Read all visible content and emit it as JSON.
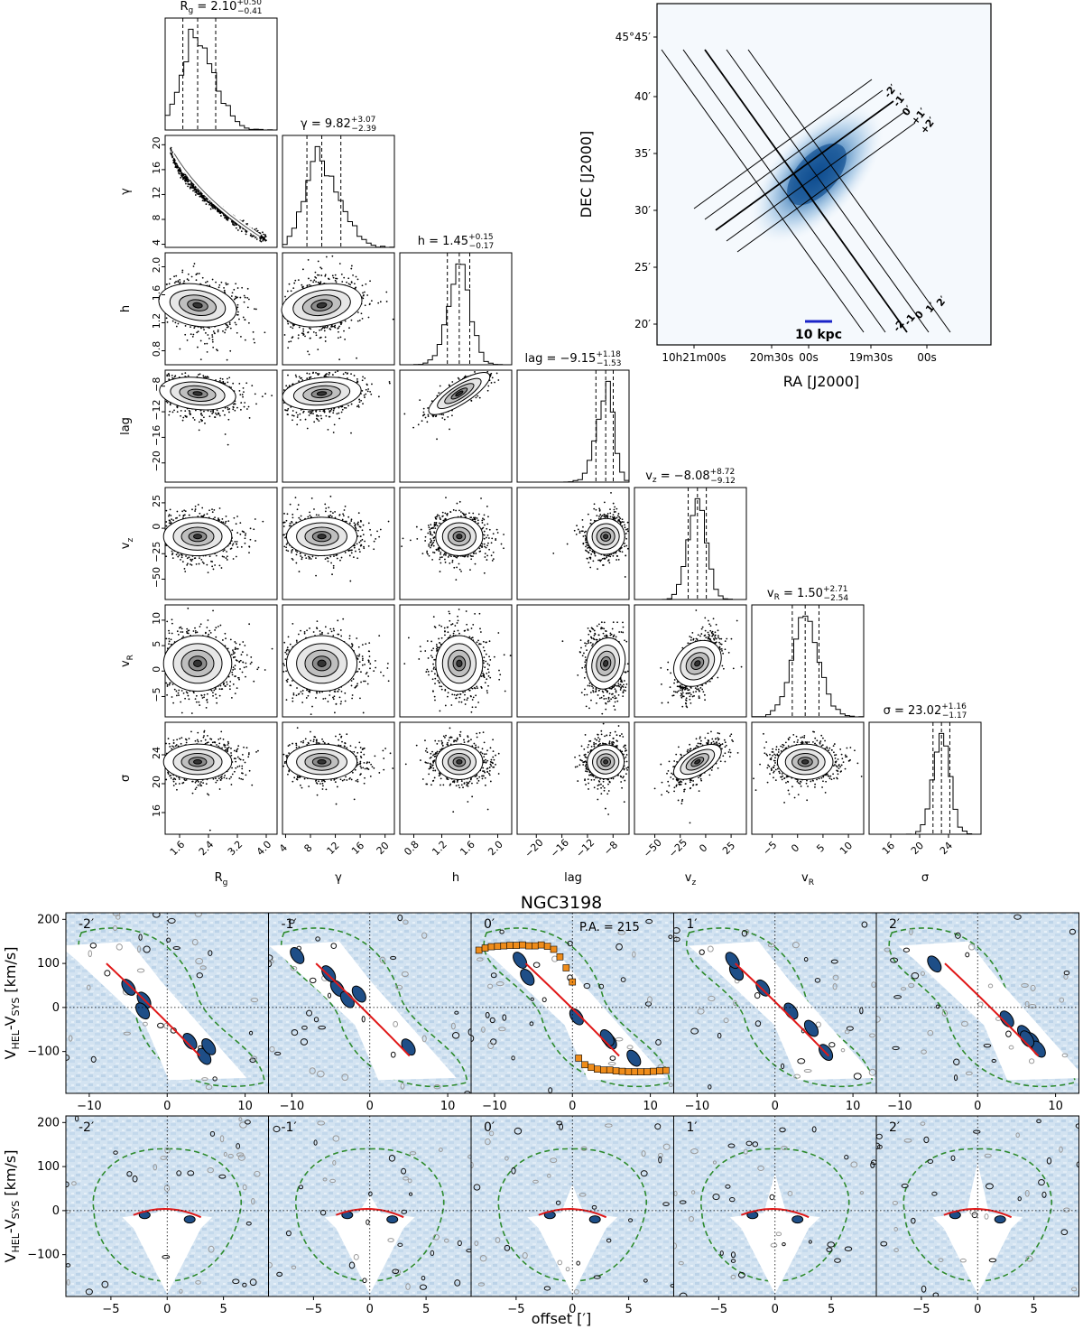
{
  "figure_title": "NGC3198",
  "chart_data": [
    {
      "type": "corner",
      "parameters": [
        {
          "key": "Rg",
          "label": "R",
          "sub": "g",
          "median": 2.1,
          "plus": 0.5,
          "minus": 0.41,
          "median_text": "2.10",
          "plus_text": "+0.50",
          "minus_text": "−0.41",
          "range": [
            1.2,
            4.3
          ],
          "ticks": [
            1.6,
            2.4,
            3.2,
            4.0
          ],
          "tick_labels": [
            "1.6",
            "2.4",
            "3.2",
            "4.0"
          ],
          "spread": 0.45
        },
        {
          "key": "gamma",
          "label": "γ",
          "sub": "",
          "median": 9.82,
          "plus": 3.07,
          "minus": 2.39,
          "median_text": "9.82",
          "plus_text": "+3.07",
          "minus_text": "−2.39",
          "range": [
            3.5,
            21.5
          ],
          "ticks": [
            4,
            8,
            12,
            16,
            20
          ],
          "tick_labels": [
            "4",
            "8",
            "12",
            "16",
            "20"
          ],
          "spread": 2.7
        },
        {
          "key": "h",
          "label": "h",
          "sub": "",
          "median": 1.45,
          "plus": 0.15,
          "minus": 0.17,
          "median_text": "1.45",
          "plus_text": "+0.15",
          "minus_text": "−0.17",
          "range": [
            0.6,
            2.2
          ],
          "ticks": [
            0.8,
            1.2,
            1.6,
            2.0
          ],
          "tick_labels": [
            "0.8",
            "1.2",
            "1.6",
            "2.0"
          ],
          "spread": 0.16
        },
        {
          "key": "lag",
          "label": "lag",
          "sub": "",
          "median": -9.15,
          "plus": 1.18,
          "minus": 1.53,
          "median_text": "−9.15",
          "plus_text": "+1.18",
          "minus_text": "−1.53",
          "range": [
            -23,
            -5.5
          ],
          "ticks": [
            -20,
            -16,
            -12,
            -8
          ],
          "tick_labels": [
            "−20",
            "−16",
            "−12",
            "−8"
          ],
          "spread": 1.3
        },
        {
          "key": "vz",
          "label": "v",
          "sub": "z",
          "median": -8.08,
          "plus": 8.72,
          "minus": 9.12,
          "median_text": "−8.08",
          "plus_text": "+8.72",
          "minus_text": "−9.12",
          "range": [
            -70,
            40
          ],
          "ticks": [
            -50,
            -25,
            0,
            25
          ],
          "tick_labels": [
            "−50",
            "−25",
            "0",
            "25"
          ],
          "spread": 9
        },
        {
          "key": "vR",
          "label": "v",
          "sub": "R",
          "median": 1.5,
          "plus": 2.71,
          "minus": 2.54,
          "median_text": "1.50",
          "plus_text": "+2.71",
          "minus_text": "−2.54",
          "range": [
            -9,
            13
          ],
          "ticks": [
            -5,
            0,
            5,
            10
          ],
          "tick_labels": [
            "−5",
            "0",
            "5",
            "10"
          ],
          "spread": 2.6
        },
        {
          "key": "sigma",
          "label": "σ",
          "sub": "",
          "median": 23.02,
          "plus": 1.16,
          "minus": 1.17,
          "median_text": "23.02",
          "plus_text": "+1.16",
          "minus_text": "−1.17",
          "range": [
            13,
            28.5
          ],
          "ticks": [
            16,
            20,
            24
          ],
          "tick_labels": [
            "16",
            "20",
            "24"
          ],
          "spread": 1.17
        }
      ]
    },
    {
      "type": "sky_map",
      "xlabel": "RA [J2000]",
      "ylabel": "DEC [J2000]",
      "x_ticks": [
        "10h21m00s",
        "20m30s",
        "00s",
        "19m30s",
        "00s"
      ],
      "y_ticks": [
        "45°45′",
        "40′",
        "35′",
        "30′",
        "25′",
        "20′"
      ],
      "scale_bar": "10 kpc",
      "slice_labels_major": [
        "-2′",
        "-1′",
        "0′",
        "+1′",
        "+2′"
      ],
      "slice_labels_minor": [
        "2′",
        "1′",
        "0",
        "-1",
        "-2"
      ]
    },
    {
      "type": "pv_diagrams",
      "ylabel": "V_HEL-V_SYS [km/s]",
      "ylabel_main": "V",
      "ylabel_sub1": "HEL",
      "ylabel_mid": "-V",
      "ylabel_sub2": "SYS",
      "ylabel_unit": " [km/s]",
      "xlabel": "offset [′]",
      "y_ticks": [
        -100,
        0,
        100,
        200
      ],
      "y_tick_labels": [
        "−100",
        "0",
        "100",
        "200"
      ],
      "ylim": [
        -195,
        215
      ],
      "major_axis": {
        "xlim": [
          -13,
          13
        ],
        "x_ticks": [
          -10,
          0,
          10
        ],
        "x_tick_labels": [
          "−10",
          "0",
          "10"
        ],
        "panel_labels": [
          "-2′",
          "-1′",
          "0′",
          "1′",
          "2′"
        ],
        "annotation": "P.A. = 215",
        "rotation_curve_points": [
          [
            -12,
            130
          ],
          [
            -11.2,
            135
          ],
          [
            -10.4,
            138
          ],
          [
            -9.6,
            139
          ],
          [
            -8.8,
            140
          ],
          [
            -8,
            141
          ],
          [
            -7.2,
            141
          ],
          [
            -6.4,
            142
          ],
          [
            -5.6,
            140
          ],
          [
            -4.8,
            140
          ],
          [
            -4,
            142
          ],
          [
            -3.2,
            139
          ],
          [
            -2.4,
            132
          ],
          [
            -1.6,
            115
          ],
          [
            -0.8,
            90
          ],
          [
            0,
            58
          ],
          [
            0.8,
            -115
          ],
          [
            1.6,
            -130
          ],
          [
            2.4,
            -136
          ],
          [
            3.2,
            -140
          ],
          [
            4,
            -142
          ],
          [
            4.8,
            -142
          ],
          [
            5.6,
            -144
          ],
          [
            6.4,
            -145
          ],
          [
            7.2,
            -146
          ],
          [
            8,
            -146
          ],
          [
            8.8,
            -146
          ],
          [
            9.6,
            -146
          ],
          [
            10.4,
            -145
          ],
          [
            11.2,
            -144
          ],
          [
            12,
            -143
          ]
        ]
      },
      "minor_axis": {
        "xlim": [
          -9,
          9
        ],
        "x_ticks": [
          -5,
          0,
          5
        ],
        "x_tick_labels": [
          "−5",
          "0",
          "5"
        ],
        "panel_labels": [
          "-2′",
          "-1′",
          "0′",
          "1′",
          "2′"
        ]
      }
    }
  ]
}
